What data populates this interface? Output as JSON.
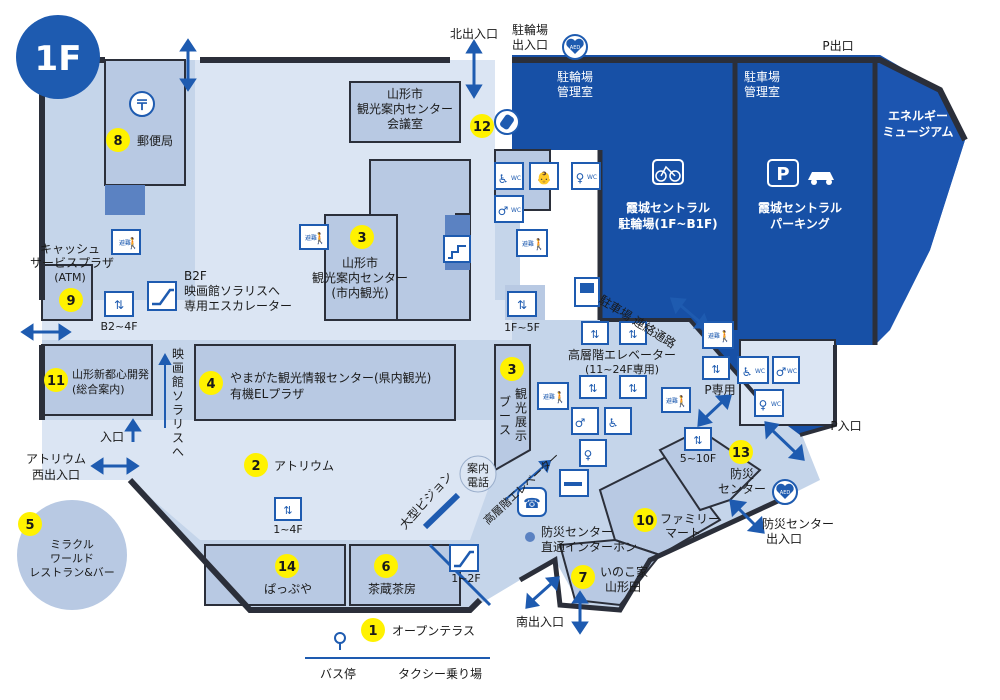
{
  "floor": "1F",
  "colors": {
    "building_fill": "#c5d5ea",
    "wall": "#2b2f3a",
    "parking_fill": "#1750a6",
    "room_fill": "#b8c9e3",
    "highlight_yellow": "#fff200",
    "badge_blue": "#1e5bb0",
    "icon_blue": "#2a5dac"
  },
  "entrances": {
    "north": "北出入口",
    "bicycle_parking": [
      "駐輪場",
      "出入口"
    ],
    "p_exit": "P出口",
    "p_entrance": "P入口",
    "south": "南出入口",
    "atrium_west": [
      "アトリウム",
      "西出入口"
    ],
    "entrance": "入口",
    "disaster_center": [
      "防災センター",
      "出入口"
    ]
  },
  "rooms": {
    "bicycle_office": [
      "駐輪場",
      "管理室"
    ],
    "parking_office": [
      "駐車場",
      "管理室"
    ],
    "energy_museum": [
      "エネルギー",
      "ミュージアム"
    ],
    "bicycle_parking_area": [
      "霞城セントラル",
      "駐輪場(1F~B1F)"
    ],
    "car_parking_area": [
      "霞城セントラル",
      "パーキング"
    ],
    "conference_room": [
      "山形市",
      "観光案内センター",
      "会議室"
    ],
    "tourist_center": [
      "山形市",
      "観光案内センター",
      "(市内観光)"
    ],
    "post_office": "郵便局",
    "cash_service": [
      "キャッシュ",
      "サービスプラザ",
      "(ATM)"
    ],
    "cinema_escalator": [
      "B2F",
      "映画館ソラリスへ",
      "専用エスカレーター"
    ],
    "yamagata_info": [
      "やまがた観光情報センター(県内観光)",
      "有機ELプラザ"
    ],
    "yamagata_shinshin": [
      "山形新都心開発",
      "(総合案内)"
    ],
    "cinema_vertical": [
      "映",
      "画",
      "館",
      "ソ",
      "ラ",
      "リ",
      "ス",
      "へ"
    ],
    "atrium": "アトリウム",
    "miracle": [
      "ミラクル",
      "ワールド",
      "レストラン&バー"
    ],
    "papupuya": "ぱっぷや",
    "chakura": "茶蔵茶房",
    "open_terrace": "オープンテラス",
    "bus_stop": "バス停",
    "taxi": "タクシー乗り場",
    "parking_corridor": "駐車場 連絡通路",
    "high_elevator": [
      "高層階エレベーター",
      "(11~24F専用)"
    ],
    "tourist_exhibit": [
      "観",
      "光",
      "展",
      "示"
    ],
    "booth": [
      "ブ",
      "ー",
      "ス"
    ],
    "guide_phone": [
      "案内",
      "電話"
    ],
    "big_vision": "大型ビジョン",
    "high_elevator_diag": "高層階エレベーター",
    "disaster_phone": [
      "防災センター",
      "直通インターホン"
    ],
    "family_mart": [
      "ファミリー",
      "マート"
    ],
    "inoko": [
      "いのこ家",
      "山形田"
    ],
    "disaster_center": [
      "防災",
      "センター"
    ],
    "p_only": "P専用"
  },
  "elevator_labels": {
    "e_b2_4f": "B2~4F",
    "e_1_5f": "1F~5F",
    "e_1_4f": "1~4F",
    "e_5_10f": "5~10F",
    "esc_1_2f": "1~2F"
  },
  "icon_labels": {
    "aed": "AED",
    "evac": "避難",
    "wc": "WC"
  },
  "numbers": [
    "1",
    "2",
    "3",
    "3",
    "4",
    "5",
    "6",
    "7",
    "8",
    "9",
    "10",
    "11",
    "12",
    "13",
    "14"
  ]
}
